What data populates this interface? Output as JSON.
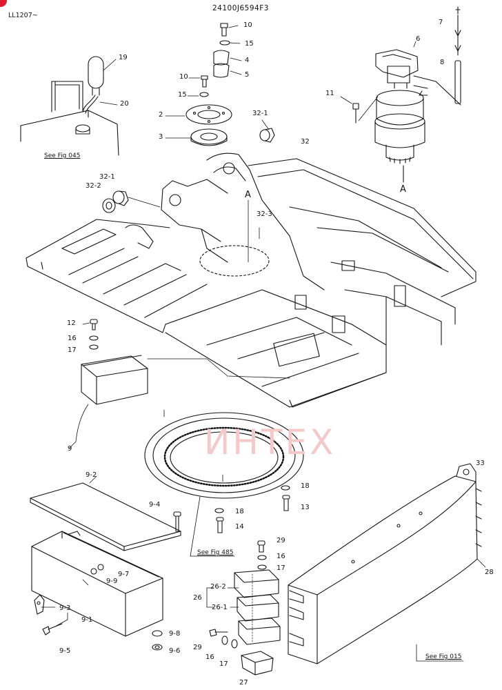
{
  "header": {
    "drawing_code": "24100J6594F3",
    "model_range": "LL1207~",
    "page_number": "27"
  },
  "refs": {
    "fig045": "See Fig 045",
    "fig485": "See Fig 485",
    "fig015": "See Fig 015"
  },
  "watermark": {
    "text": "ИНТЕХ"
  },
  "colors": {
    "line": "#111111",
    "watermark": "#f3c9c9",
    "corner_mark": "#e0192d"
  },
  "callouts": {
    "c10a": "10",
    "c15a": "15",
    "c4": "4",
    "c5": "5",
    "c10b": "10",
    "c15b": "15",
    "c2": "2",
    "c3": "3",
    "c19": "19",
    "c20": "20",
    "c32_1a": "32-1",
    "c32": "32",
    "c32_1b": "32-1",
    "c32_2": "32-2",
    "c32_3": "32-3",
    "cA1": "A",
    "cA2": "A",
    "c6": "6",
    "c7": "7",
    "c8": "8",
    "c11": "11",
    "c12": "12",
    "c16a": "16",
    "c17a": "17",
    "c9": "9",
    "c9_2": "9-2",
    "c9_4": "9-4",
    "c9_7": "9-7",
    "c9_9": "9-9",
    "c9_3": "9-3",
    "c9_1": "9-1",
    "c9_5": "9-5",
    "c9_8": "9-8",
    "c9_6": "9-6",
    "c18a": "18",
    "c14": "14",
    "c18b": "18",
    "c13": "13",
    "c29a": "29",
    "c16b": "16",
    "c17b": "17",
    "c26": "26",
    "c26_2": "26-2",
    "c26_1": "26-1",
    "c29b": "29",
    "c16c": "16",
    "c17c": "17",
    "c33": "33",
    "c28": "28"
  }
}
